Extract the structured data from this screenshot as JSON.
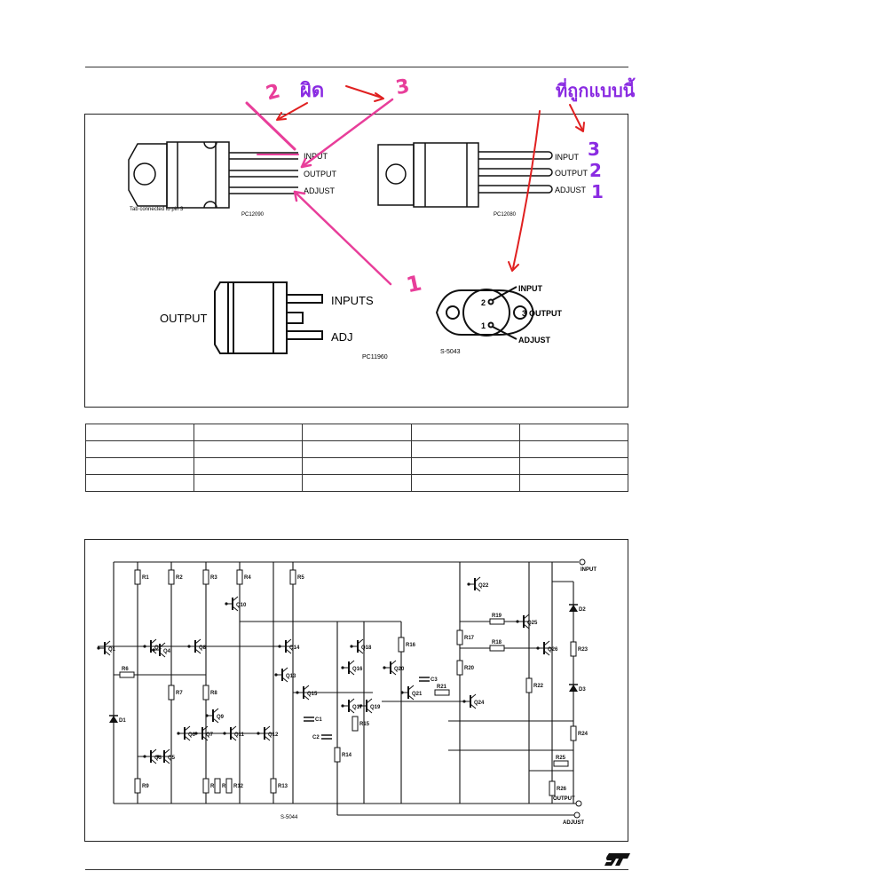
{
  "packages": {
    "to220_left": {
      "pins": [
        "INPUT",
        "OUTPUT",
        "ADJUST"
      ],
      "note": "Tab connected to pin 3",
      "code": "PC12090"
    },
    "to220_right": {
      "pins": [
        "INPUT",
        "OUTPUT",
        "ADJUST"
      ],
      "code": "PC12080"
    },
    "d2pak": {
      "output_label": "OUTPUT",
      "inputs_label": "INPUTS",
      "adj_label": "ADJ",
      "code": "PC11960"
    },
    "to3": {
      "input_label": "INPUT",
      "output_label": "OUTPUT",
      "adjust_label": "ADJUST",
      "pin_numbers": [
        "2",
        "3",
        "1"
      ],
      "code": "S-5043"
    }
  },
  "annotations": {
    "wrong_label": "ผิด",
    "correct_label": "ที่ถูกแบบนี้",
    "wrong_pin_numbers": [
      "2",
      "3",
      "1"
    ],
    "correct_pin_numbers": [
      "3",
      "2",
      "1"
    ],
    "colors": {
      "purple": "#8a2be2",
      "pink": "#e83e9a",
      "red": "#e02020"
    }
  },
  "schematic": {
    "code": "S-5044",
    "terminals": [
      "INPUT",
      "OUTPUT",
      "ADJUST"
    ],
    "resistors": [
      "R1",
      "R2",
      "R3",
      "R4",
      "R5",
      "R6",
      "R7",
      "R8",
      "R9",
      "R10",
      "R11",
      "R12",
      "R13",
      "R14",
      "R15",
      "R16",
      "R17",
      "R18",
      "R19",
      "R20",
      "R21",
      "R22",
      "R23",
      "R24",
      "R25",
      "R26"
    ],
    "transistors": [
      "Q1",
      "Q2",
      "Q3",
      "Q4",
      "Q5",
      "Q6",
      "Q7",
      "Q8",
      "Q9",
      "Q10",
      "Q11",
      "Q12",
      "Q13",
      "Q14",
      "Q15",
      "Q16",
      "Q17",
      "Q18",
      "Q19",
      "Q20",
      "Q21",
      "Q22",
      "Q24",
      "Q25",
      "Q26"
    ],
    "capacitors": [
      "C1",
      "C2",
      "C3"
    ],
    "diodes": [
      "D1",
      "D2",
      "D3"
    ]
  },
  "footer": {
    "logo": "ST"
  }
}
